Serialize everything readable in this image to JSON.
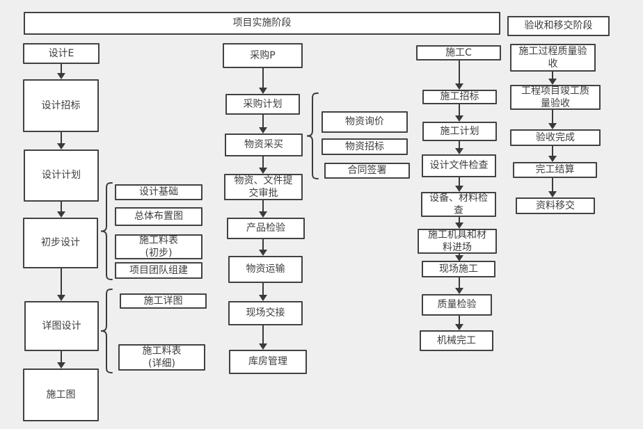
{
  "colors": {
    "background": "#efefef",
    "box_fill": "#ffffff",
    "box_border": "#414141",
    "text": "#3d3d3d",
    "arrow": "#3a3a3a"
  },
  "headers": {
    "implementation_phase": "项目实施阶段",
    "acceptance_phase": "验收和移交阶段"
  },
  "nodes": {
    "design_e": "设计E",
    "design_bidding": "设计招标",
    "design_plan": "设计计划",
    "preliminary_design": "初步设计",
    "detail_design": "详图设计",
    "construction_drawing": "施工图",
    "design_basis": "设计基础",
    "general_layout": "总体布置图",
    "material_list_preliminary": "施工料表\n(初步)",
    "project_team_building": "项目团队组建",
    "construction_detail_drawing": "施工详图",
    "material_list_detailed": "施工料表\n(详细)",
    "procurement_p": "采购P",
    "procurement_plan": "采购计划",
    "material_purchase": "物资采买",
    "material_document_approval": "物资、文件提\n交审批",
    "product_inspection": "产品检验",
    "material_transport": "物资运输",
    "site_handover": "现场交接",
    "warehouse_management": "库房管理",
    "material_inquiry": "物资询价",
    "material_bidding": "物资招标",
    "contract_signing": "合同签署",
    "construction_c": "施工C",
    "construction_bidding": "施工招标",
    "construction_plan": "施工计划",
    "design_document_check": "设计文件检查",
    "equipment_material_check": "设备、材料检\n查",
    "tools_materials_entry": "施工机具和材\n料进场",
    "site_construction": "现场施工",
    "quality_inspection": "质量检验",
    "mechanical_completion": "机械完工",
    "process_quality_acceptance": "施工过程质量验\n收",
    "completion_quality_acceptance": "工程项目竣工质\n量验收",
    "acceptance_complete": "验收完成",
    "completion_settlement": "完工结算",
    "document_handover": "资料移交"
  }
}
